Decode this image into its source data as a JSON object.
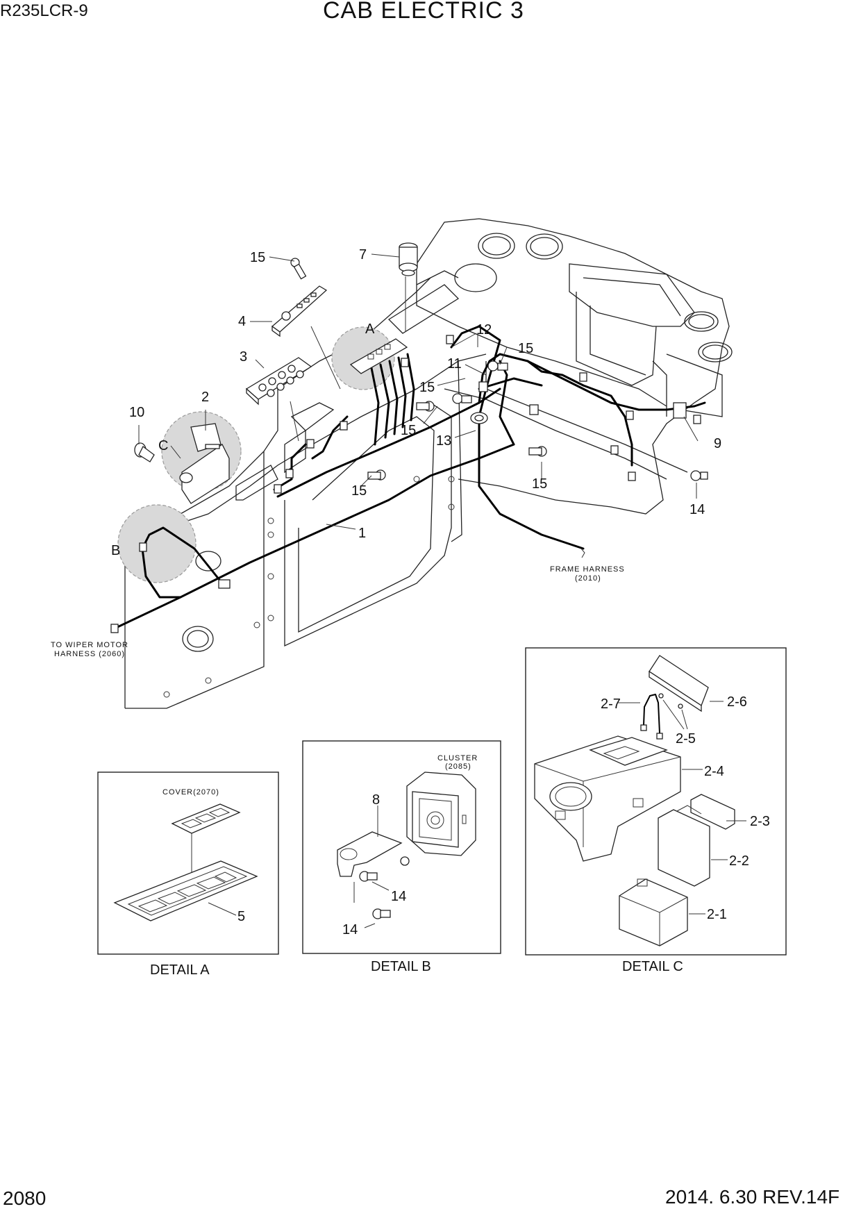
{
  "header": {
    "model": "R235LCR-9",
    "title": "CAB ELECTRIC 3"
  },
  "footer": {
    "page_number": "2080",
    "revision": "2014. 6.30  REV.14F"
  },
  "callouts": {
    "c15a": "15",
    "c7": "7",
    "c4": "4",
    "cA": "A",
    "c12": "12",
    "c3": "3",
    "c11": "11",
    "c15b": "15",
    "c2": "2",
    "c15c": "15",
    "c10": "10",
    "cC": "C",
    "c15d": "15",
    "c13": "13",
    "c9": "9",
    "c15e": "15",
    "c15f": "15",
    "c14a": "14",
    "c1": "1",
    "cB": "B"
  },
  "notes": {
    "frame_harness_1": "FRAME HARNESS",
    "frame_harness_2": "(2010)",
    "wiper_1": "TO WIPER MOTOR",
    "wiper_2": "HARNESS (2060)"
  },
  "detail_a": {
    "label": "DETAIL A",
    "cover_note": "COVER(2070)",
    "c5": "5"
  },
  "detail_b": {
    "label": "DETAIL B",
    "cluster_1": "CLUSTER",
    "cluster_2": "(2085)",
    "c8": "8",
    "c14a": "14",
    "c14b": "14"
  },
  "detail_c": {
    "label": "DETAIL C",
    "c27": "2-7",
    "c26": "2-6",
    "c25": "2-5",
    "c24": "2-4",
    "c23": "2-3",
    "c22": "2-2",
    "c21": "2-1"
  }
}
